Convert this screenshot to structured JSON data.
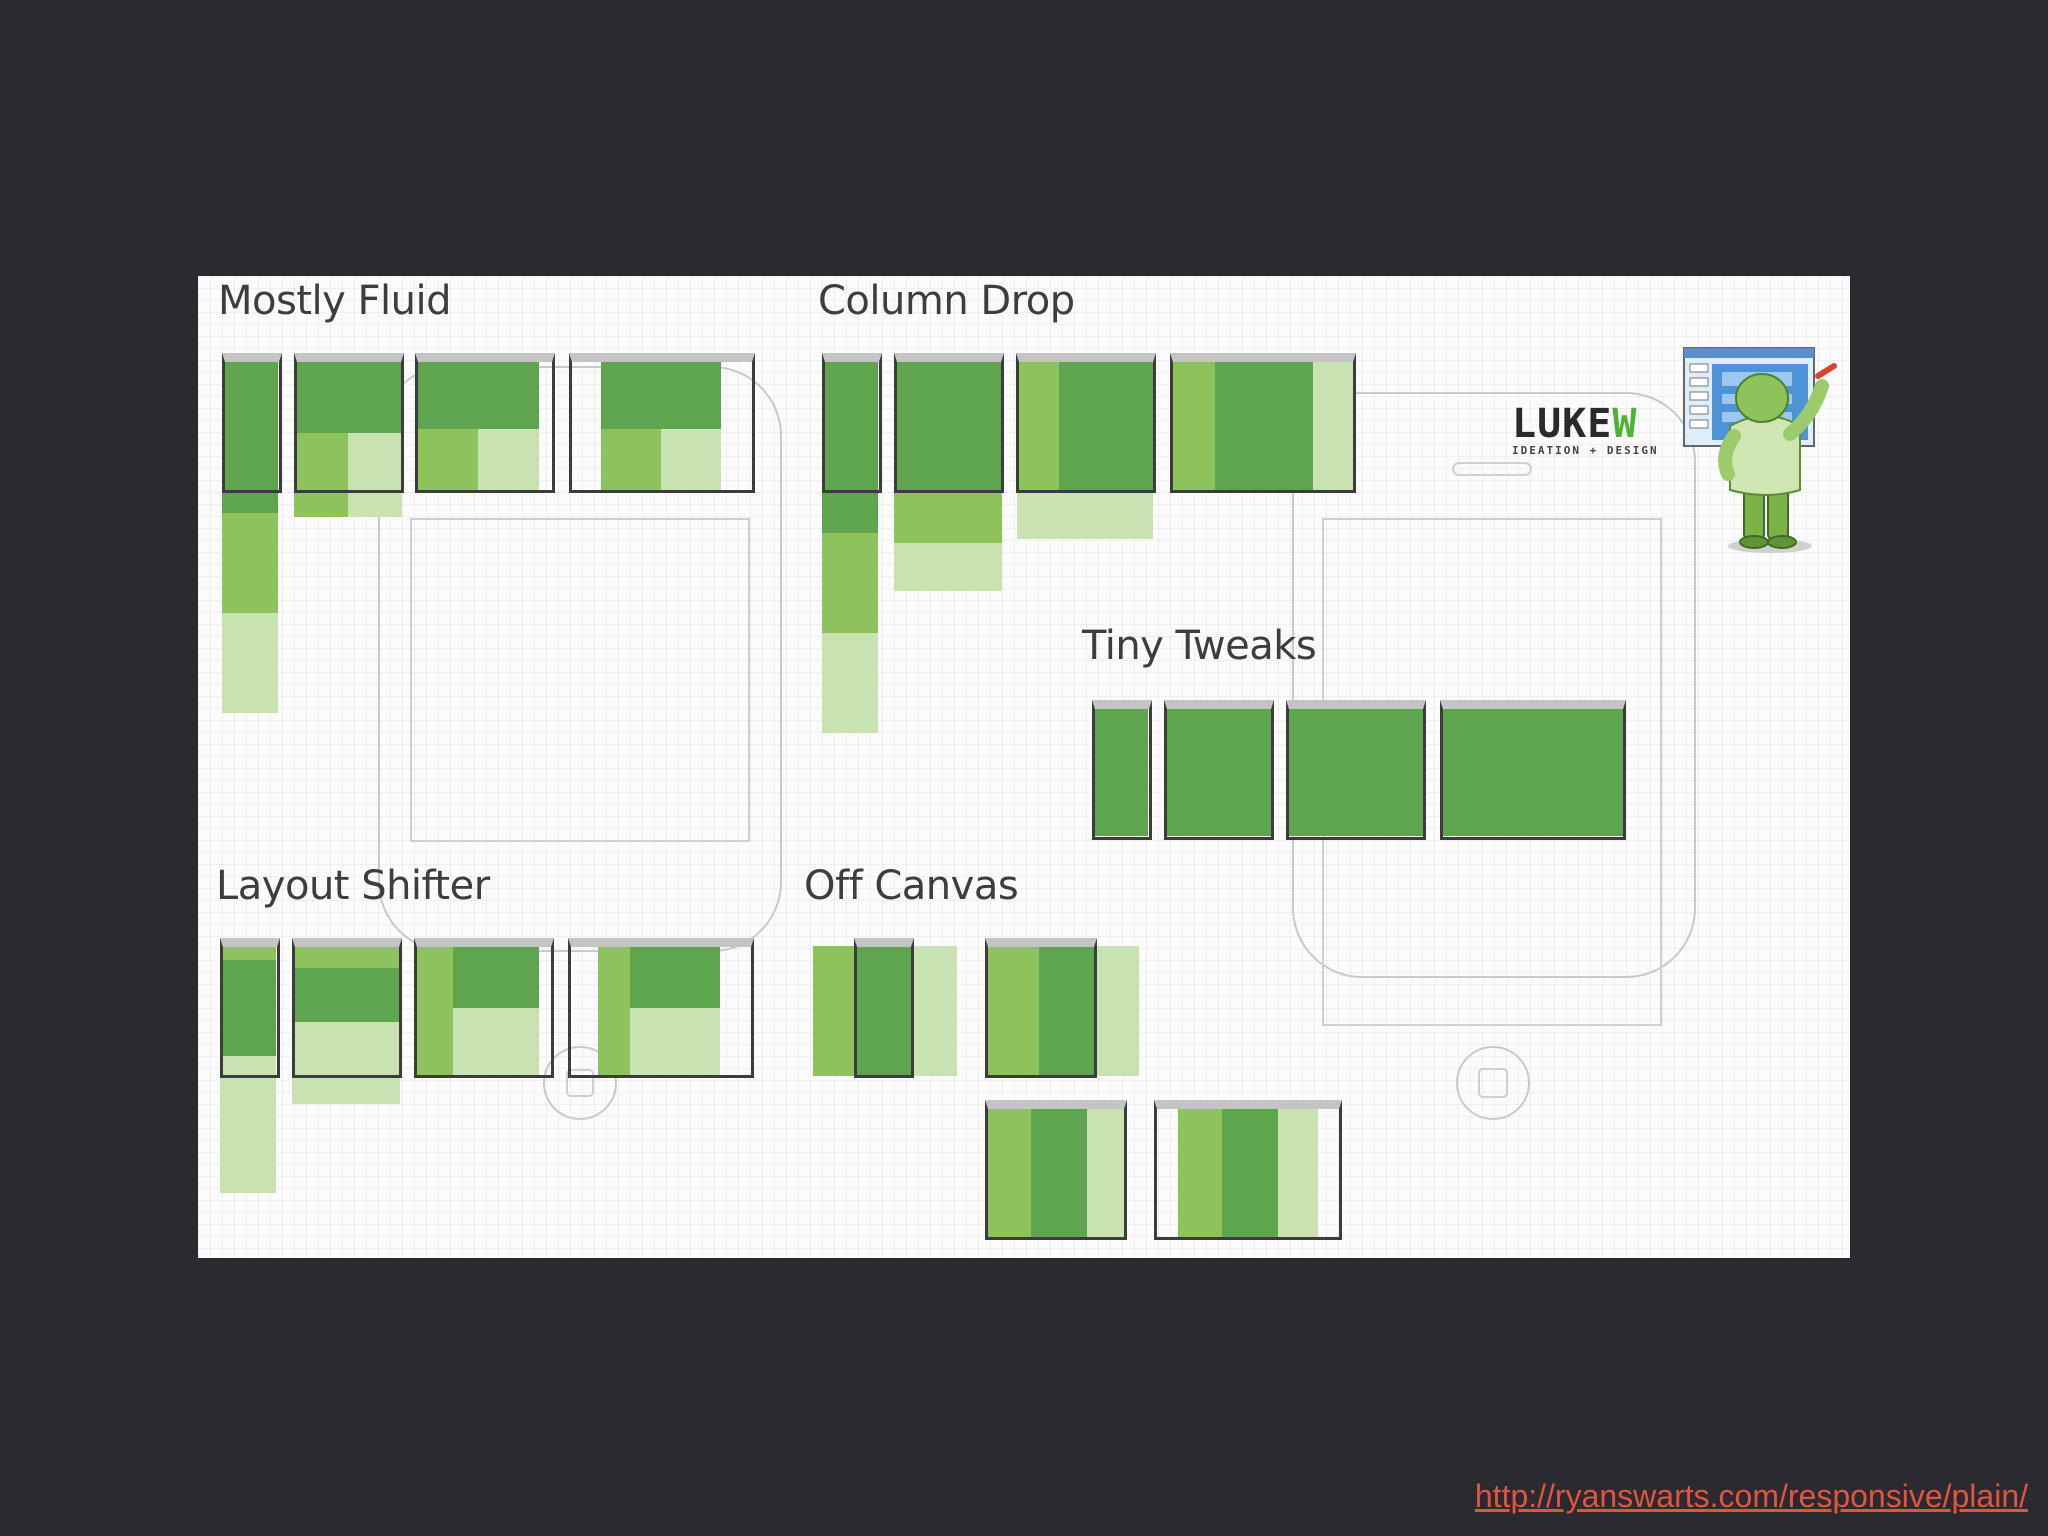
{
  "slide": {
    "background": "#2b2a30",
    "link_text": "http://ryanswarts.com/responsive/plain/",
    "link_color": "#e0553f"
  },
  "diagram": {
    "colors": {
      "dark": "#5fa54f",
      "mid": "#8dc25c",
      "light": "#c8e2b2",
      "frame": "#3c3c3c"
    },
    "sections": [
      {
        "id": "mostly-fluid",
        "title": "Mostly Fluid"
      },
      {
        "id": "column-drop",
        "title": "Column Drop"
      },
      {
        "id": "tiny-tweaks",
        "title": "Tiny Tweaks"
      },
      {
        "id": "layout-shifter",
        "title": "Layout Shifter"
      },
      {
        "id": "off-canvas",
        "title": "Off Canvas"
      }
    ],
    "logo": {
      "name": "LUKEW",
      "name_main": "LUKE",
      "name_accent": "W",
      "tagline": "IDEATION + DESIGN",
      "icon": "mascot-drawing-icon"
    }
  }
}
